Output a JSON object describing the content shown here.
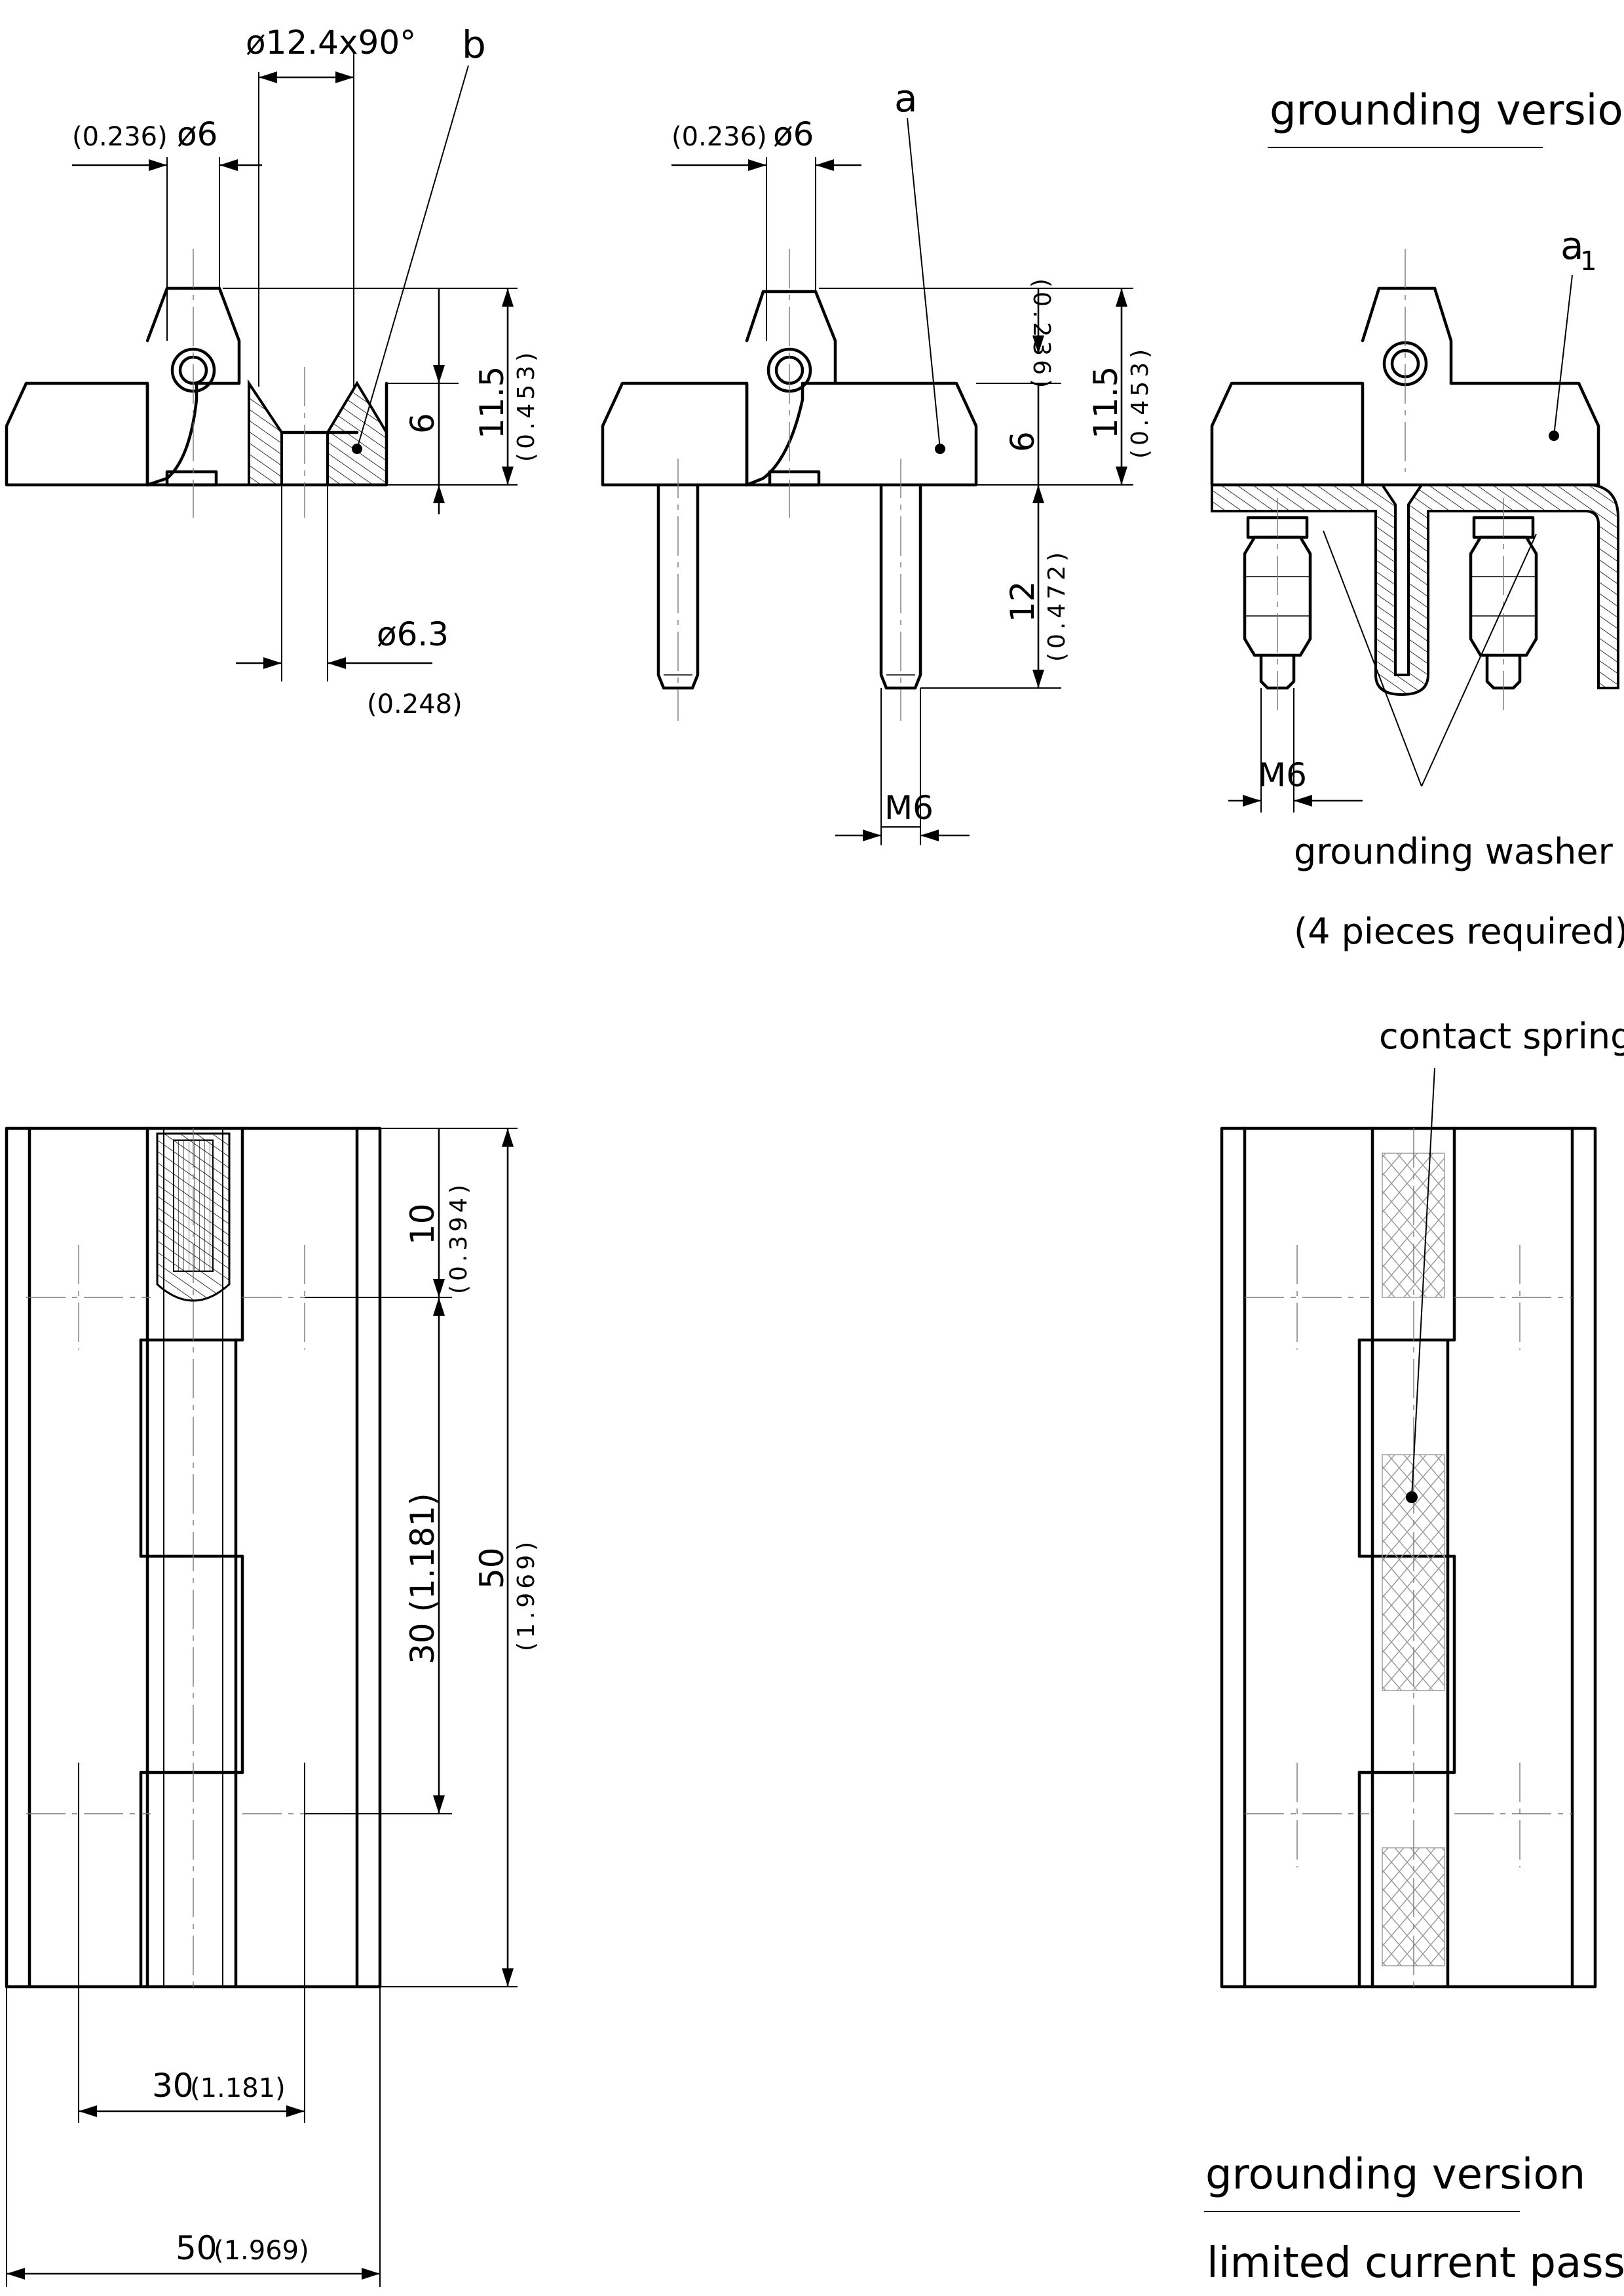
{
  "view_a": {
    "dia_pin_in": "(0.236)",
    "dia_pin": "ø6",
    "countersink": "ø12.4x90°",
    "label_b": "b",
    "height_total": "11.5",
    "height_total_in": "(0.453)",
    "height_leaf": "6",
    "hole_dia": "ø6.3",
    "hole_dia_in": "(0.248)"
  },
  "view_b": {
    "dia_pin_in": "(0.236)",
    "dia_pin": "ø6",
    "label_a": "a",
    "dim_top_in": "(0.236)",
    "height_total": "11.5",
    "height_total_in": "(0.453)",
    "height_leaf": "6",
    "stud_len": "12",
    "stud_len_in": "(0.472)",
    "thread": "M6"
  },
  "view_c": {
    "title": "grounding version",
    "label_a1": "a",
    "label_a1_sub": "1",
    "thread": "M6",
    "washer_note_1": "grounding washer",
    "washer_note_2": "(4 pieces required)"
  },
  "view_front": {
    "dim_10": "10",
    "dim_10_in": "(0.394)",
    "dim_30_v": "30 (1.181)",
    "dim_50_v": "50",
    "dim_50_v_in": "(1.969)",
    "dim_30_h": "30",
    "dim_30_h_in": "(1.181)",
    "dim_50_h": "50",
    "dim_50_h_in": "(1.969)"
  },
  "view_ground_front": {
    "spring_label": "contact spring",
    "title": "grounding version",
    "subtitle": "limited current passage"
  }
}
